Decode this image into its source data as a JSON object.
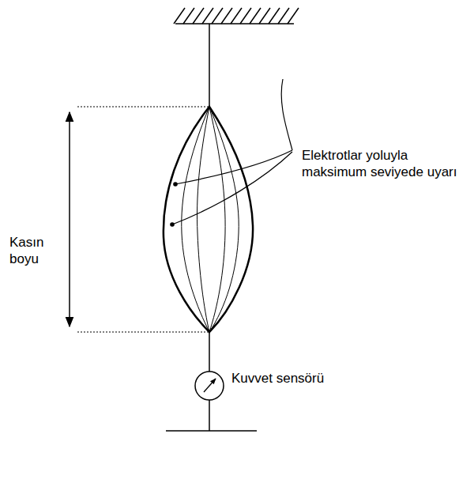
{
  "diagram": {
    "labels": [
      "Elektrotlar yoluyla maksimum seviyede uyarı",
      "Kasın boyu",
      "Kuvvet sensörü"
    ]
  }
}
